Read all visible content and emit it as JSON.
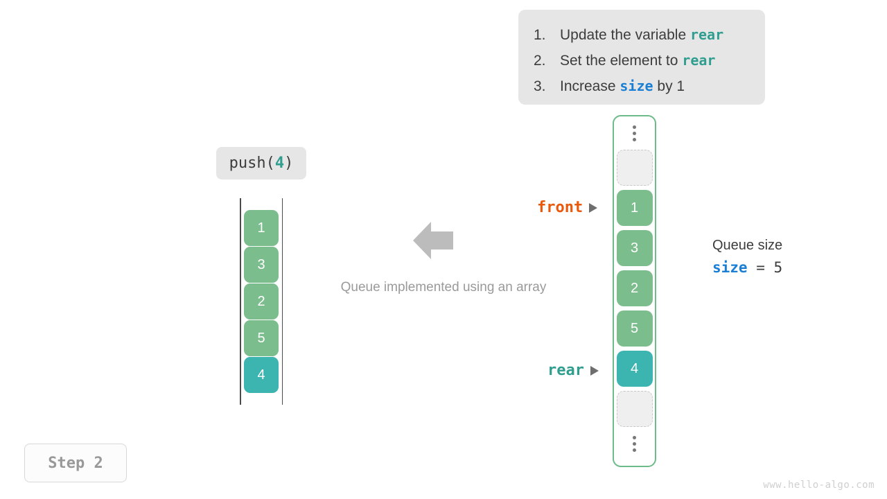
{
  "instructions": {
    "items": [
      {
        "num": "1.",
        "pre": "Update the variable ",
        "keyword": "rear",
        "keyword_style": "teal",
        "post": ""
      },
      {
        "num": "2.",
        "pre": "Set the element to ",
        "keyword": "rear",
        "keyword_style": "teal",
        "post": ""
      },
      {
        "num": "3.",
        "pre": "Increase ",
        "keyword": "size",
        "keyword_style": "blue",
        "post": " by 1"
      }
    ]
  },
  "operation": {
    "name": "push(",
    "value": "4",
    "close": ")"
  },
  "array_view": {
    "cells": [
      {
        "value": "1",
        "color": "green"
      },
      {
        "value": "3",
        "color": "green"
      },
      {
        "value": "2",
        "color": "green"
      },
      {
        "value": "5",
        "color": "green"
      },
      {
        "value": "4",
        "color": "teal"
      }
    ]
  },
  "center": {
    "arrow_icon": "arrow-left-icon",
    "caption": "Queue implemented using an array"
  },
  "queue_view": {
    "top_ellipsis": "vertical-ellipsis-icon",
    "bottom_ellipsis": "vertical-ellipsis-icon",
    "cells": [
      {
        "value": "1",
        "color": "green"
      },
      {
        "value": "3",
        "color": "green"
      },
      {
        "value": "2",
        "color": "green"
      },
      {
        "value": "5",
        "color": "green"
      },
      {
        "value": "4",
        "color": "teal"
      }
    ]
  },
  "pointers": {
    "front": {
      "label": "front",
      "color": "#e8590c"
    },
    "rear": {
      "label": "rear",
      "color": "#2f9e8f"
    }
  },
  "size_panel": {
    "title": "Queue size",
    "var_name": "size",
    "equals": " = ",
    "value": "5"
  },
  "step_badge": {
    "label": "Step 2"
  },
  "footer": {
    "url": "www.hello-algo.com"
  },
  "colors": {
    "green_cell": "#7cbd8d",
    "teal_cell": "#3cb4b0",
    "orange_front": "#e8590c",
    "teal_rear": "#2f9e8f",
    "blue_size": "#1a7fd4",
    "callout_bg": "#e6e6e6",
    "queue_border": "#6dba8b"
  }
}
